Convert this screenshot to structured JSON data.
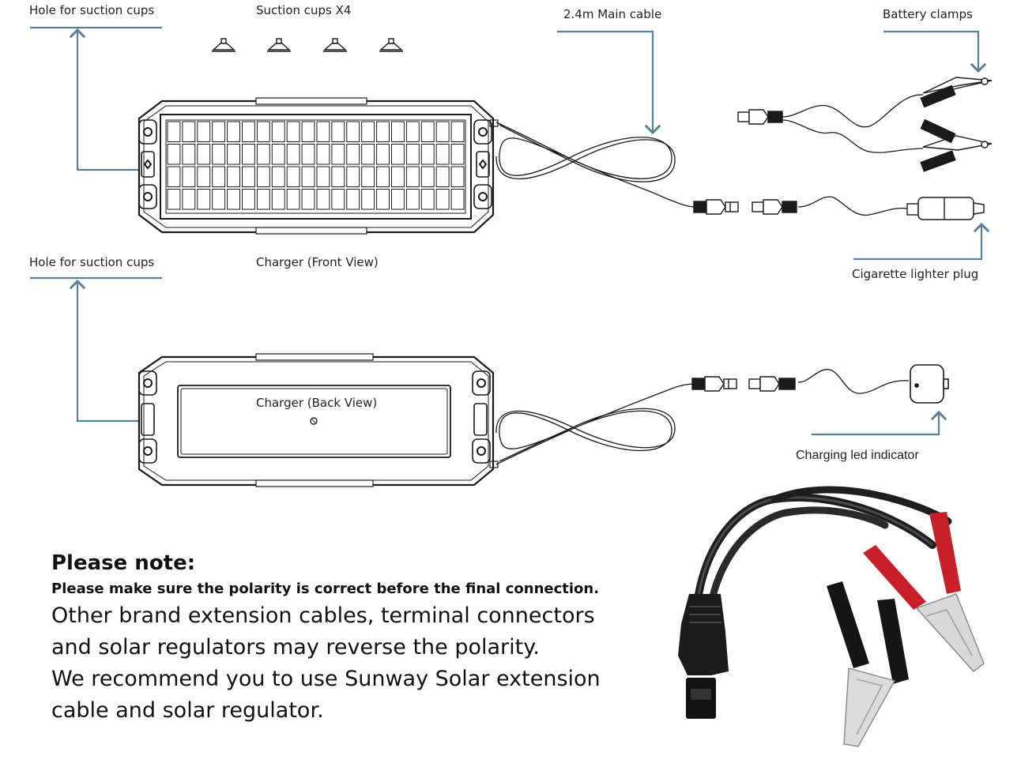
{
  "labels": {
    "hole_front": "Hole for suction cups",
    "suction_cups": "Suction cups X4",
    "main_cable": "2.4m Main cable",
    "battery_clamps": "Battery clamps",
    "hole_back": "Hole for suction cups",
    "charger_front": "Charger (Front View)",
    "cigarette_plug": "Cigarette lighter plug",
    "charger_back": "Charger (Back View)",
    "led_indicator": "Charging led indicator"
  },
  "note": {
    "heading": "Please note:",
    "warning": "Please make sure the polarity is correct before the final connection.",
    "body": "Other brand extension cables, terminal connectors\nand solar regulators may reverse the polarity.\nWe recommend you to use Sunway Solar extension\ncable and solar regulator."
  },
  "colors": {
    "line": "#1a1a1a",
    "arrow": "#5b7f95",
    "clamp_red": "#c8202a",
    "clamp_black": "#151515",
    "clamp_metal": "#d9d9d9"
  },
  "icons": [
    "suction-cup-icon",
    "solar-panel",
    "connector-plug",
    "battery-clamp",
    "cigarette-lighter-plug",
    "led-indicator",
    "clamp-cable-photo"
  ]
}
